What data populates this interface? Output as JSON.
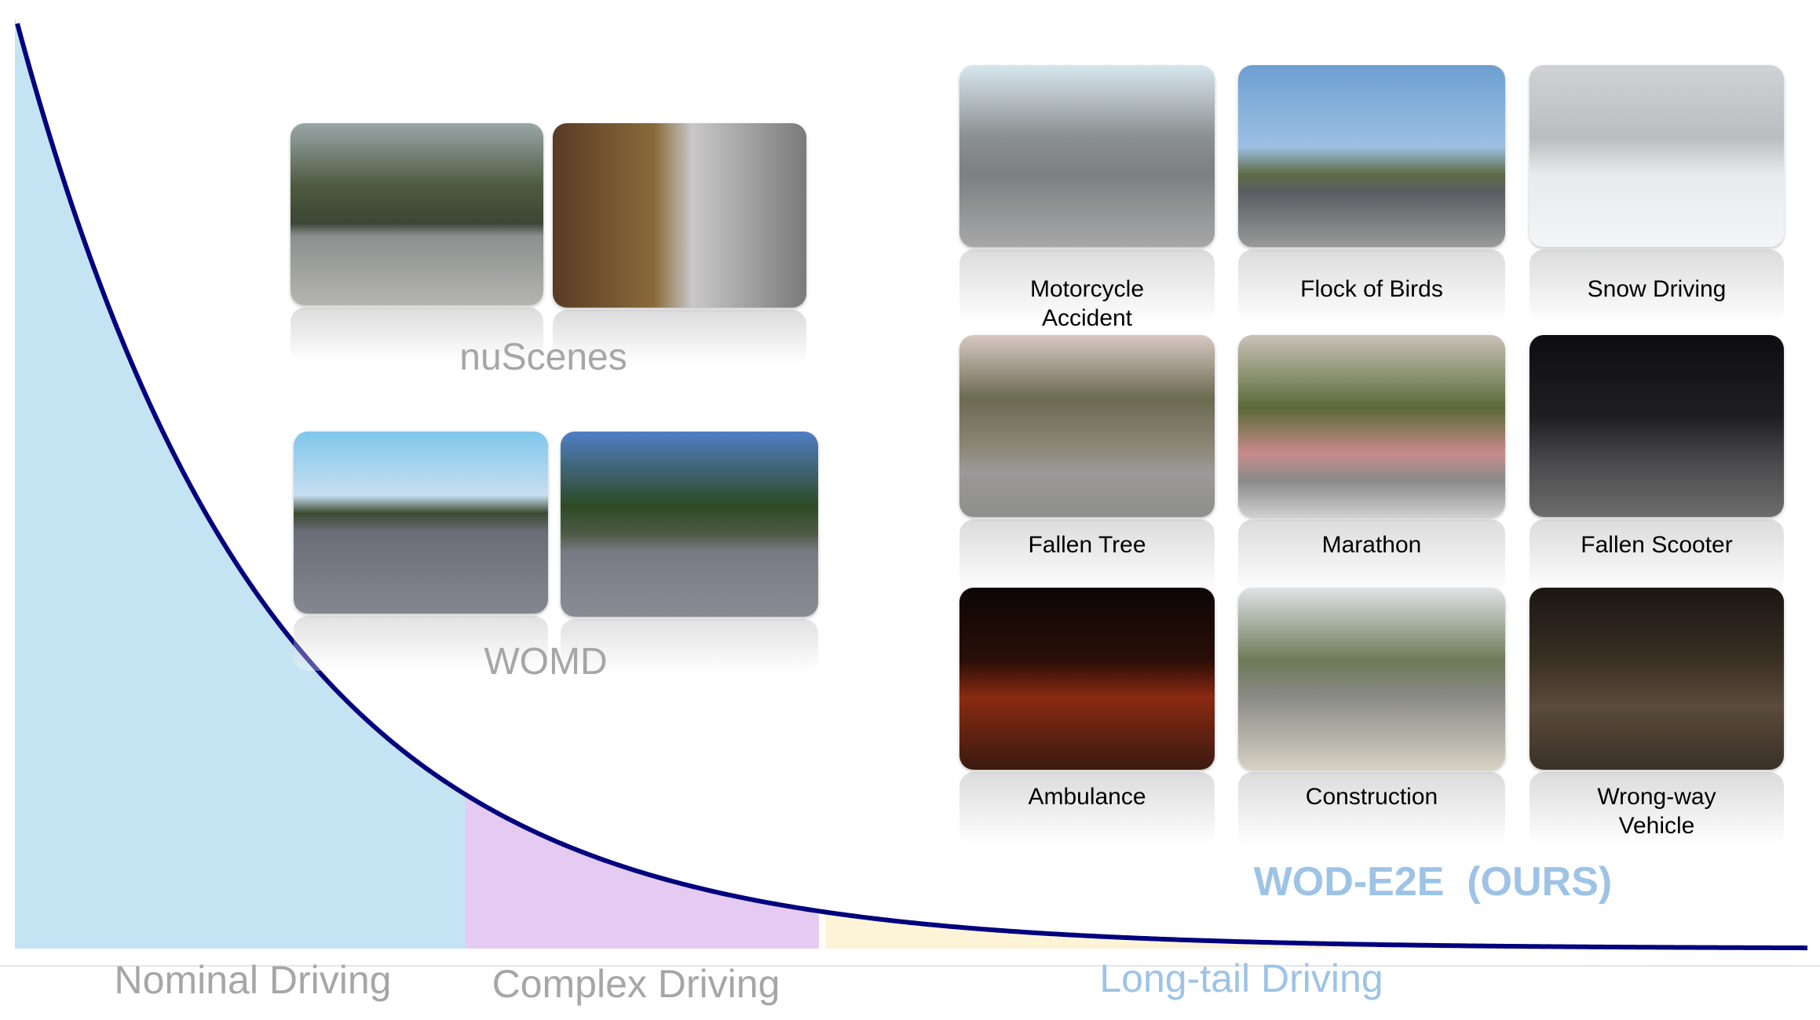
{
  "datasets": {
    "nuscenes": "nuScenes",
    "womd": "WOMD",
    "ours": "WOD-E2E  (OURS)"
  },
  "categories": {
    "nominal": "Nominal Driving",
    "complex": "Complex Driving",
    "longtail": "Long-tail Driving"
  },
  "scenarios": [
    {
      "label": "Motorcycle\nAccident"
    },
    {
      "label": "Flock of Birds"
    },
    {
      "label": "Snow Driving"
    },
    {
      "label": "Fallen Tree"
    },
    {
      "label": "Marathon"
    },
    {
      "label": "Fallen Scooter"
    },
    {
      "label": "Ambulance"
    },
    {
      "label": "Construction"
    },
    {
      "label": "Wrong-way\nVehicle"
    }
  ],
  "colors": {
    "curve": "#00007f",
    "nominal_fill": "#c5e4f3",
    "complex_fill": "#e5cbf2",
    "longtail_fill": "#fdf3d6",
    "ours_text": "#9dc3e6",
    "dataset_text": "#a6a6a6"
  }
}
